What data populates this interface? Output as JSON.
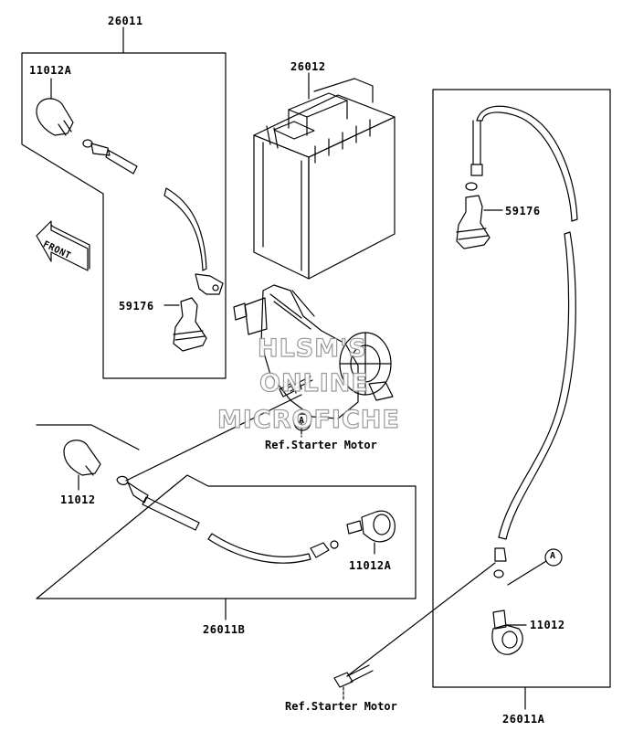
{
  "parts": {
    "p26011": "26011",
    "p26012": "26012",
    "p11012A_top": "11012A",
    "p59176_left": "59176",
    "p59176_right": "59176",
    "p11012_left": "11012",
    "p11012A_mid": "11012A",
    "p26011B": "26011B",
    "p11012_right": "11012",
    "p26011A": "26011A"
  },
  "refs": {
    "starter_top": "Ref.Starter Motor",
    "starter_bottom": "Ref.Starter Motor",
    "marker_a": "A"
  },
  "front_label": "FRONT",
  "watermark": {
    "line1": "HLSM'S",
    "line2": "ONLINE",
    "line3": "MICROFICHE"
  }
}
